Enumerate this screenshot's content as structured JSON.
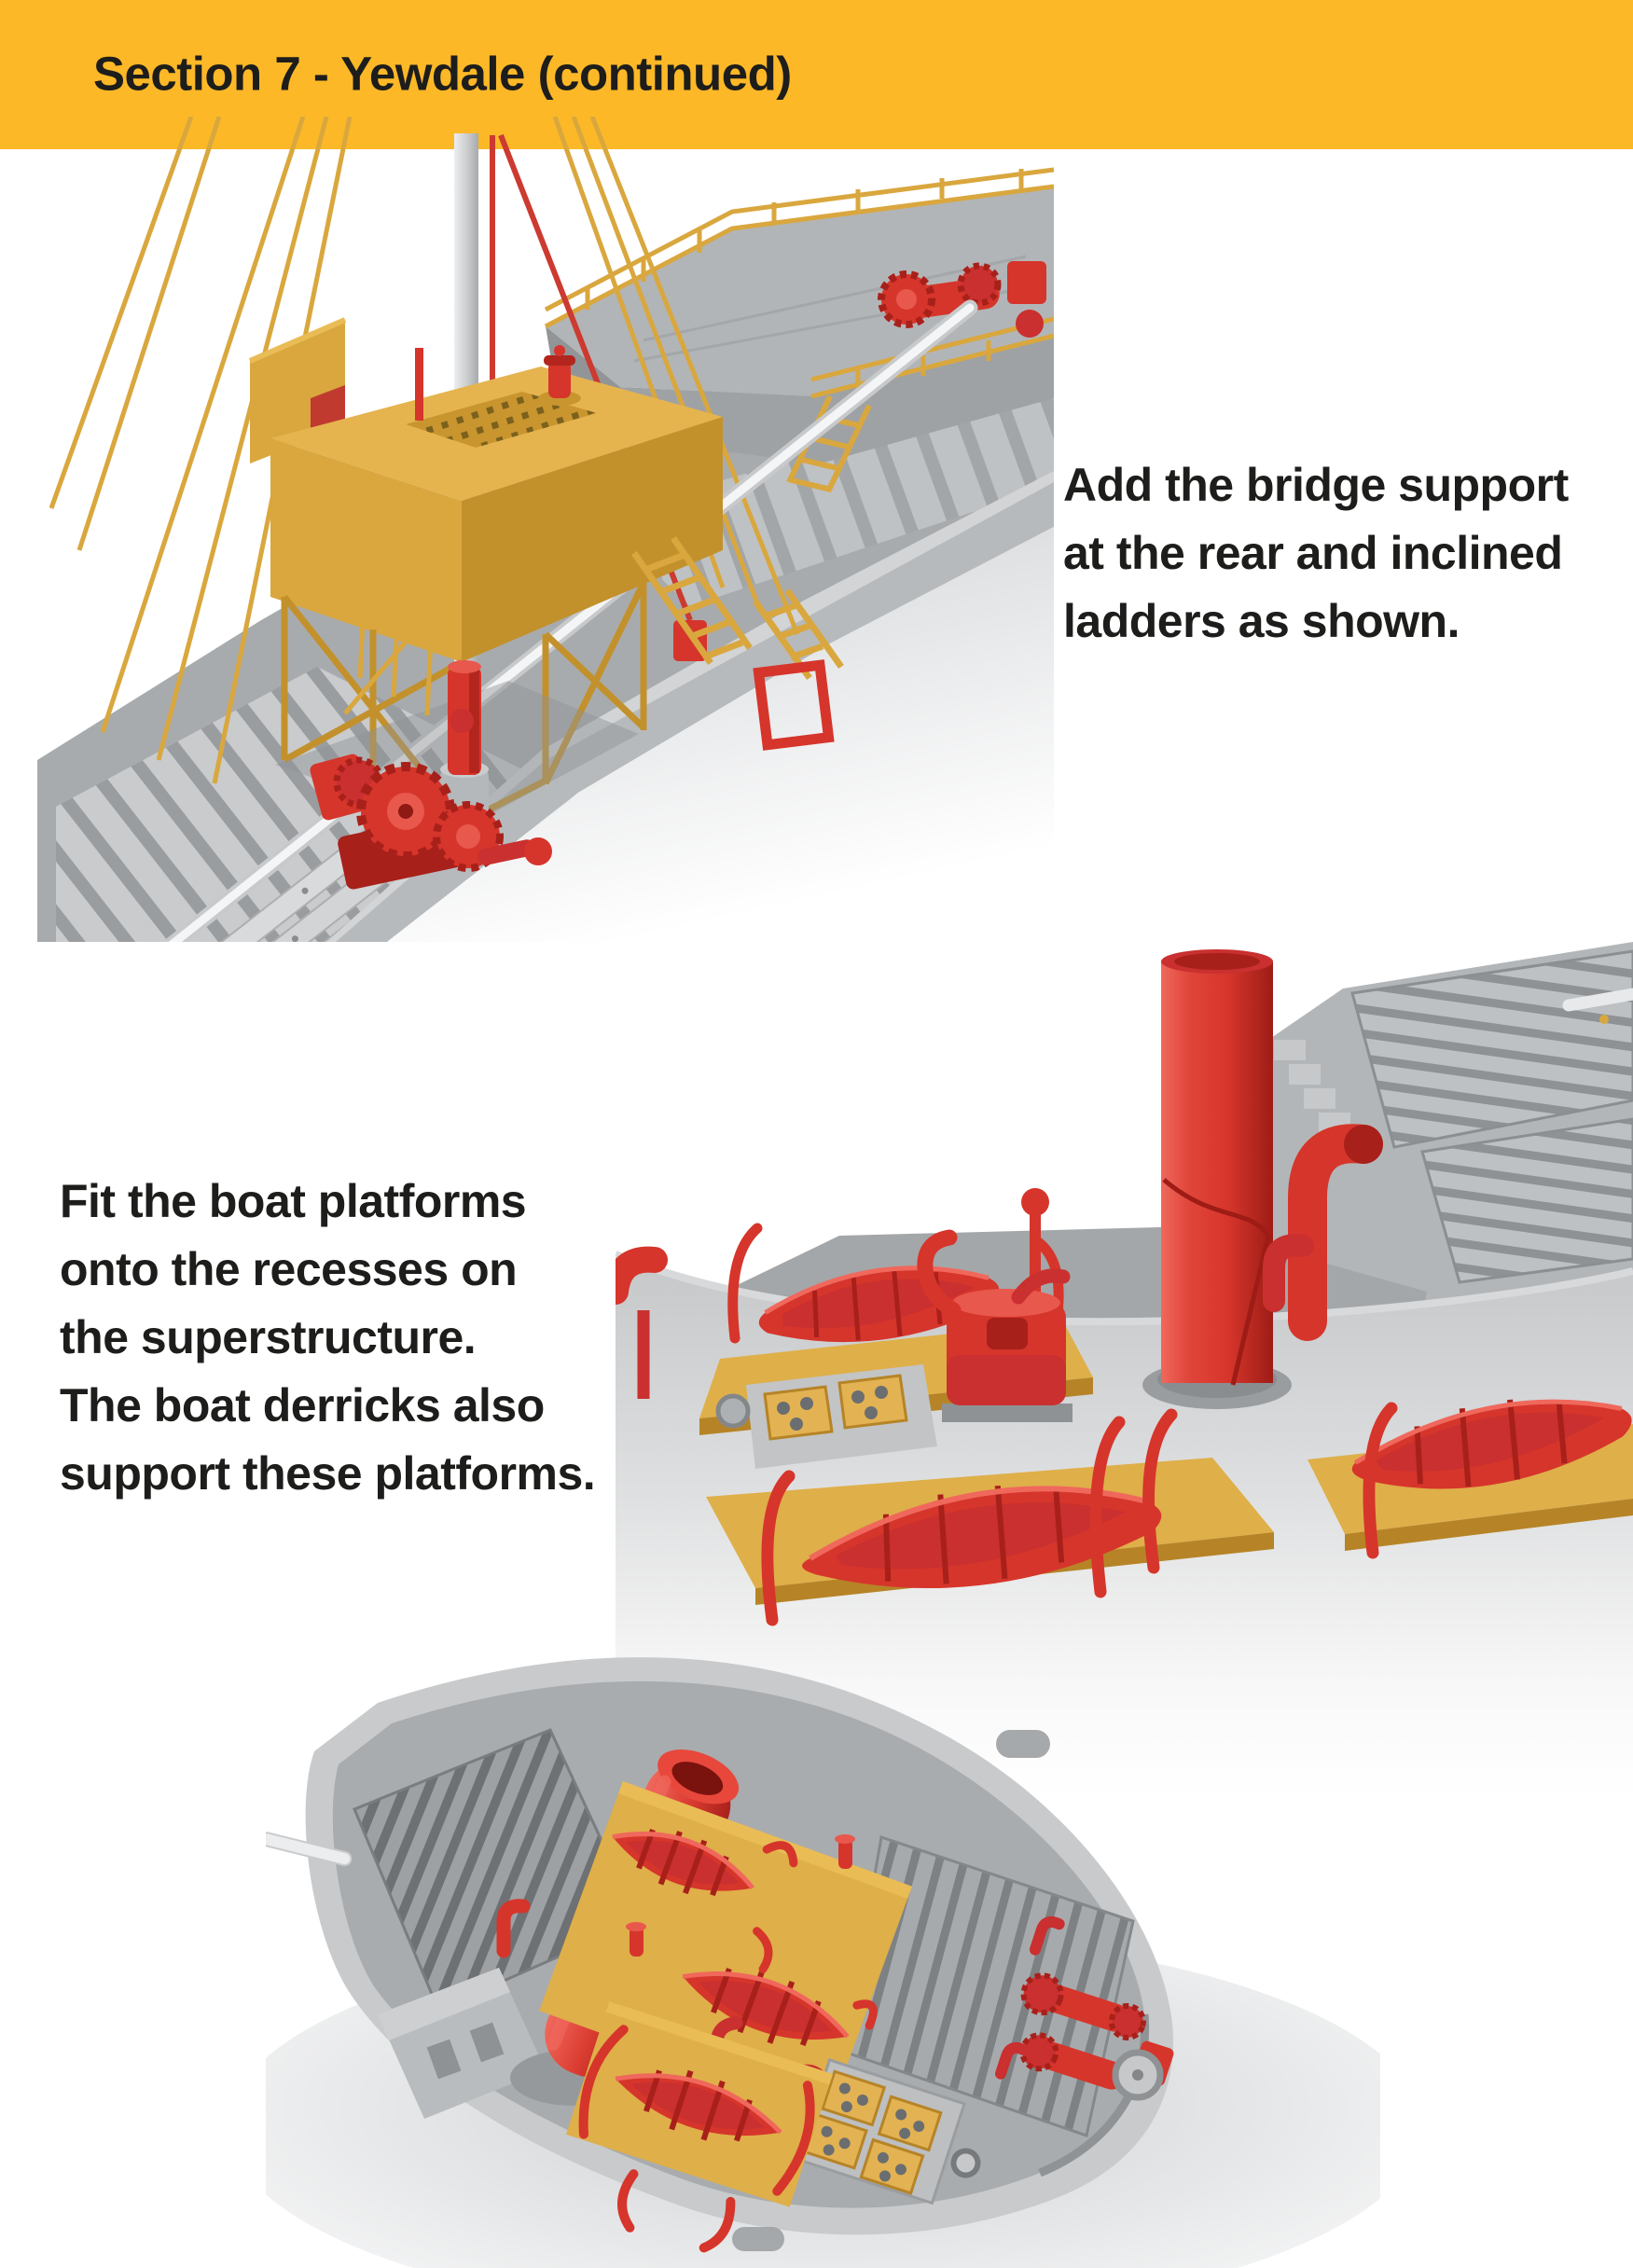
{
  "header": {
    "title": "Section 7 - Yewdale (continued)"
  },
  "instructions": {
    "bridge_support": "Add the bridge support\nat the rear and inclined\nladders as shown.",
    "boat_platforms": "Fit the boat platforms\nonto the recesses on\nthe superstructure.\nThe boat derricks also\nsupport these platforms."
  },
  "figures": [
    {
      "name": "render-bridge-support-step",
      "description": "3D render of ship model: yellow bridge support structure with lattice legs, mast, rigging and inclined gold ladders on the grey deck, red winches"
    },
    {
      "name": "render-boat-platforms-step",
      "description": "3D render of ship model amidships: tall red funnel, red lifeboats resting on yellow boat platforms over the grey superstructure"
    },
    {
      "name": "render-bow-deck-step",
      "description": "3D render of ship model bow deck seen from above: red funnel, lifeboats on yellow platforms, skylights, winches and hatches"
    }
  ],
  "palette": {
    "header_bg": "#FCB827",
    "text": "#1D1D1B",
    "page_bg": "#FFFFFF",
    "model_red": "#D6352B",
    "model_gold": "#D9A73E",
    "model_grey": "#A8ABAD"
  }
}
